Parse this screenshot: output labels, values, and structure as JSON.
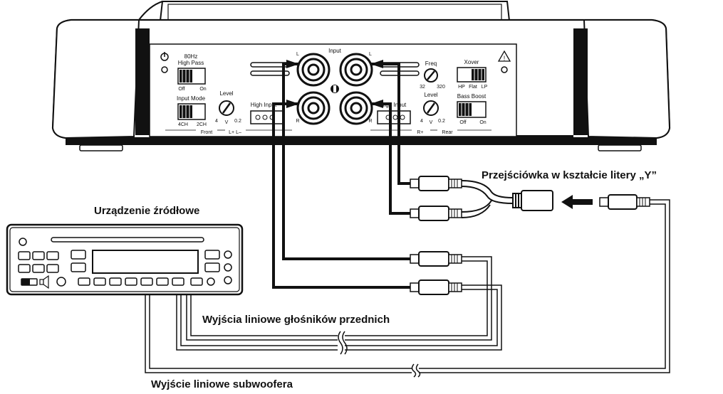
{
  "callouts": {
    "y_adapter": "Przejściówka w kształcie litery „Y”",
    "source_unit": "Urządzenie źródłowe",
    "front_outputs": "Wyjścia liniowe głośników przednich",
    "sub_output": "Wyjście liniowe subwoofera"
  },
  "amp_panel": {
    "input_title": "Input",
    "hz80": "80Hz",
    "high_pass": "High Pass",
    "off": "Off",
    "on": "On",
    "input_mode": "Input Mode",
    "ch4": "4CH",
    "ch2": "2CH",
    "level": "Level",
    "lvl_4": "4",
    "lvl_v": "V",
    "lvl_02": "0.2",
    "high_input_front": "High Input",
    "high_input_rear": "High Input",
    "front": "Front",
    "rear": "Rear",
    "l_terminals": "L+ L–",
    "r_terminals": "R+",
    "L": "L",
    "R": "R",
    "freq": "Freq",
    "f32": "32",
    "f320": "320",
    "xover": "Xover",
    "hp": "HP",
    "flat": "Flat",
    "lp": "LP",
    "bass_boost": "Bass Boost",
    "bb_off": "Off",
    "bb_on": "On"
  },
  "colors": {
    "line": "#111111",
    "panel": "#ffffff",
    "shadow": "#222222"
  }
}
